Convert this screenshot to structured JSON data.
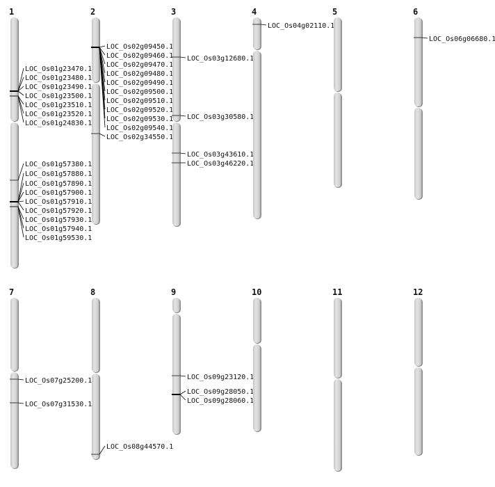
{
  "chromosomes": [
    {
      "name": "1",
      "genes": [
        "LOC_Os01g23470.1",
        "LOC_Os01g23480.1",
        "LOC_Os01g23490.1",
        "LOC_Os01g23500.1",
        "LOC_Os01g23510.1",
        "LOC_Os01g23520.1",
        "LOC_Os01g24830.1",
        "LOC_Os01g57380.1",
        "LOC_Os01g57880.1",
        "LOC_Os01g57890.1",
        "LOC_Os01g57900.1",
        "LOC_Os01g57910.1",
        "LOC_Os01g57920.1",
        "LOC_Os01g57930.1",
        "LOC_Os01g57940.1",
        "LOC_Os01g59530.1"
      ]
    },
    {
      "name": "2",
      "genes": [
        "LOC_Os02g09450.1",
        "LOC_Os02g09460.1",
        "LOC_Os02g09470.1",
        "LOC_Os02g09480.1",
        "LOC_Os02g09490.1",
        "LOC_Os02g09500.1",
        "LOC_Os02g09510.1",
        "LOC_Os02g09520.1",
        "LOC_Os02g09530.1",
        "LOC_Os02g09540.1",
        "LOC_Os02g34550.1"
      ]
    },
    {
      "name": "3",
      "genes": [
        "LOC_Os03g12680.1",
        "LOC_Os03g30580.1",
        "LOC_Os03g43610.1",
        "LOC_Os03g46220.1"
      ]
    },
    {
      "name": "4",
      "genes": [
        "LOC_Os04g02110.1"
      ]
    },
    {
      "name": "5",
      "genes": []
    },
    {
      "name": "6",
      "genes": [
        "LOC_Os06g06680.1"
      ]
    },
    {
      "name": "7",
      "genes": [
        "LOC_Os07g25200.1",
        "LOC_Os07g31530.1"
      ]
    },
    {
      "name": "8",
      "genes": [
        "LOC_Os08g44570.1"
      ]
    },
    {
      "name": "9",
      "genes": [
        "LOC_Os09g23120.1",
        "LOC_Os09g28050.1",
        "LOC_Os09g28060.1"
      ]
    },
    {
      "name": "10",
      "genes": []
    },
    {
      "name": "11",
      "genes": []
    },
    {
      "name": "12",
      "genes": []
    }
  ]
}
